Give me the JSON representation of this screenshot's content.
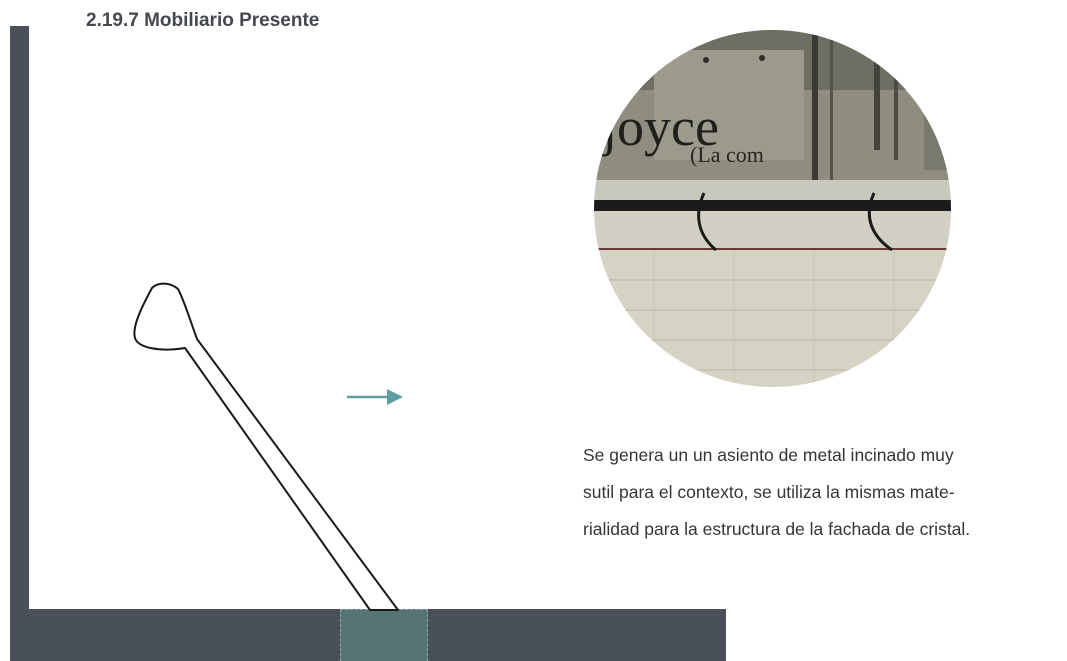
{
  "section": {
    "title": "2.19.7 Mobiliario Presente"
  },
  "photo": {
    "sign_word": "joyce",
    "sign_sub": "(La com"
  },
  "caption": {
    "line1": "Se genera un un asiento de metal incinado muy",
    "line2": "sutil para el contexto, se utiliza la mismas mate-",
    "line3": "rialidad para la estructura de la fachada de cristal."
  },
  "colors": {
    "structure": "#4a5058",
    "anchor": "#557575",
    "arrow": "#5e9ea0",
    "text": "#333639"
  },
  "icons": {
    "arrow": "arrow-right-icon"
  }
}
